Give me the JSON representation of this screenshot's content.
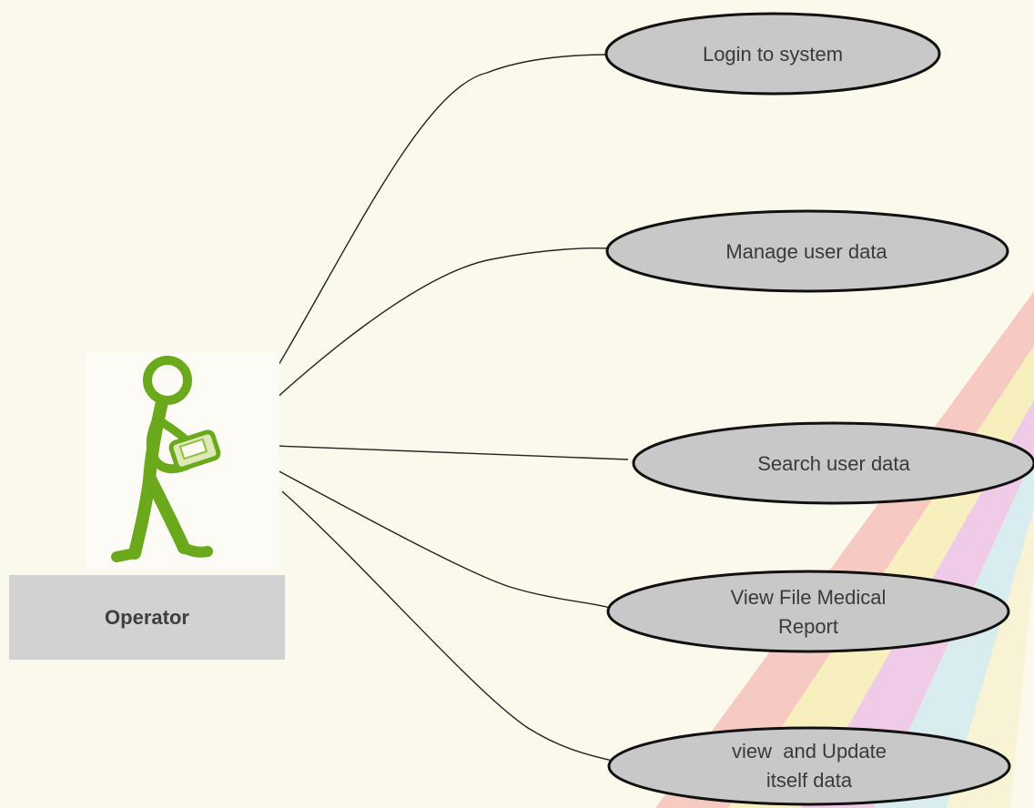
{
  "actor": {
    "label": "Operator"
  },
  "use_cases": [
    {
      "id": "login",
      "lines": [
        "Login to system"
      ]
    },
    {
      "id": "manage",
      "lines": [
        "Manage user data"
      ]
    },
    {
      "id": "search",
      "lines": [
        "Search user data"
      ]
    },
    {
      "id": "view-report",
      "lines": [
        "View File Medical",
        "Report"
      ]
    },
    {
      "id": "update",
      "lines": [
        "view  and Update",
        "itself data"
      ]
    }
  ],
  "colors": {
    "background": "#fbf8ec",
    "ellipse_fill": "#c8c8c8",
    "ellipse_stroke": "#111111",
    "actor_green": "#6aa81c",
    "actor_box": "#d2d2d2"
  }
}
